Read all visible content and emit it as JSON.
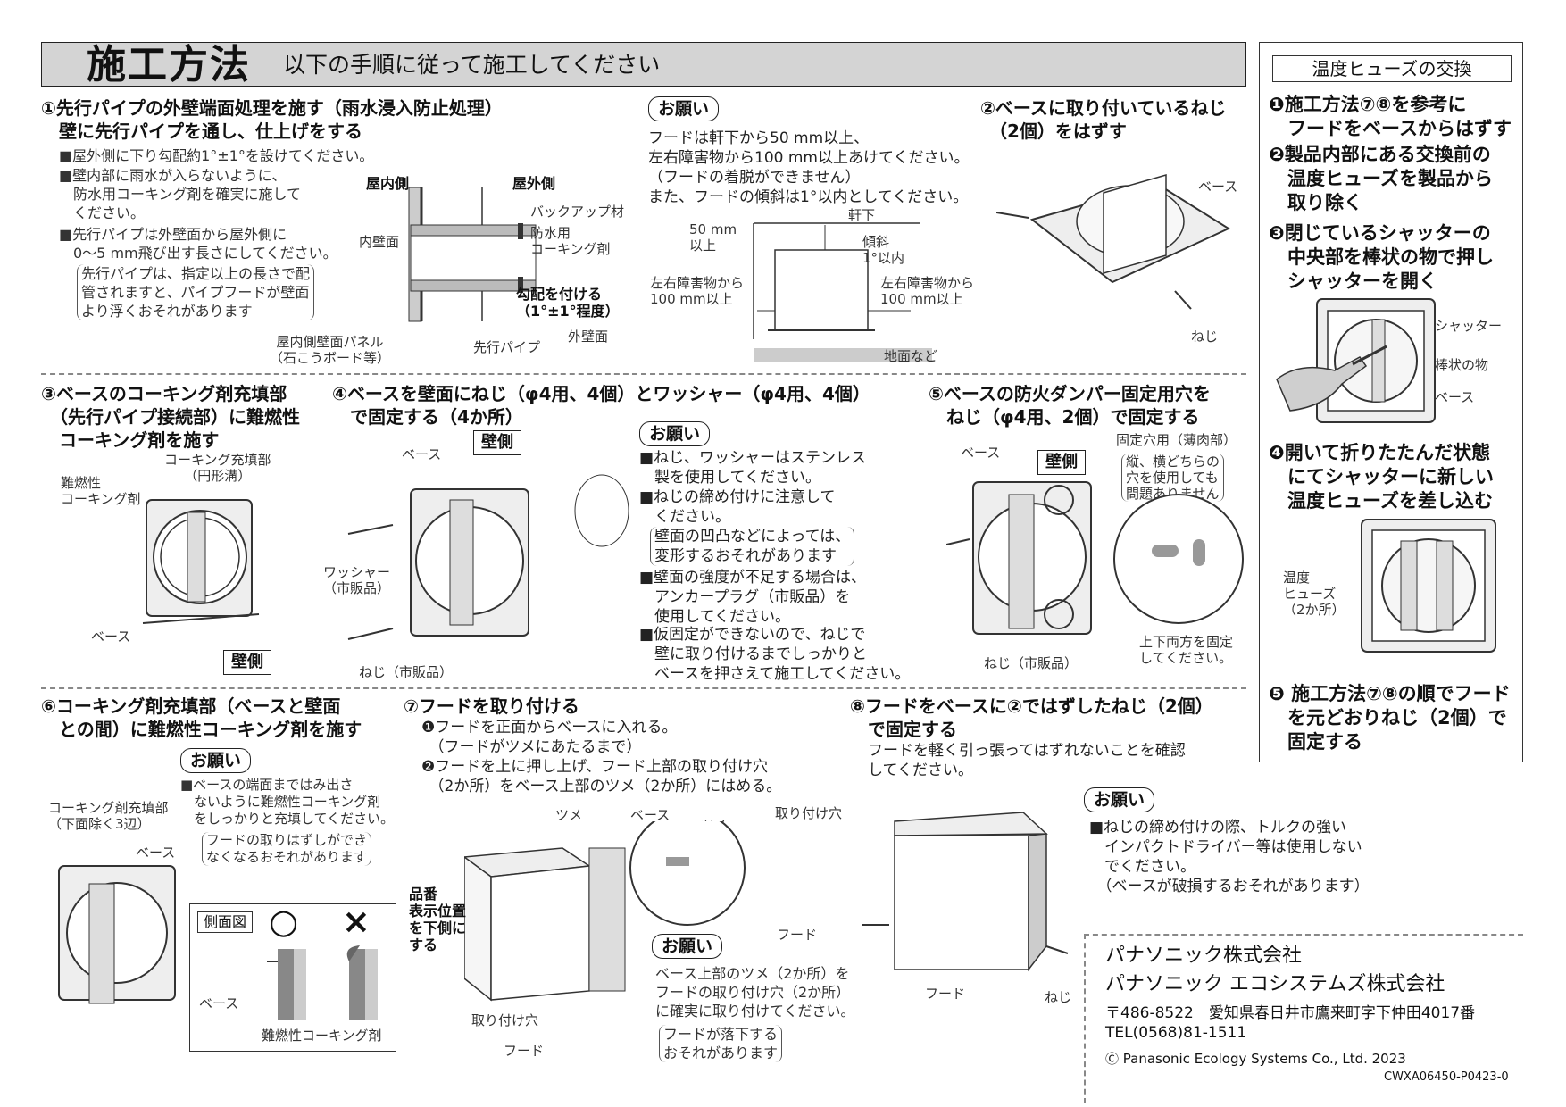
{
  "header": {
    "title": "施工方法",
    "subtitle": "以下の手順に従って施工してください"
  },
  "sidebar": {
    "title": "温度ヒューズの交換",
    "step1": "❶施工方法⑦⑧を参考に\n　フードをベースからはずす",
    "step2": "❷製品内部にある交換前の\n　温度ヒューズを製品から\n　取り除く",
    "step3": "❸閉じているシャッターの\n　中央部を棒状の物で押し\n　シャッターを開く",
    "shutter": "シャッター",
    "rod": "棒状の物",
    "base": "ベース",
    "step4": "❹開いて折りたたんだ状態\n　にてシャッターに新しい\n　温度ヒューズを差し込む",
    "fuse": "温度\nヒューズ\n（2か所）",
    "step5": "❺ 施工方法⑦⑧の順でフード\n　を元どおりねじ（2個）で\n　固定する"
  },
  "step1": {
    "title": "①先行パイプの外壁端面処理を施す（雨水浸入防止処理）\n　壁に先行パイプを通し、仕上げをする",
    "b1": "■屋外側に下り勾配約1°±1°を設けてください。",
    "b2": "■壁内部に雨水が入らないように、\n　防水用コーキング剤を確実に施して\n　ください。",
    "b3": "■先行パイプは外壁面から屋外側に\n　0～5 mm飛び出す長さにしてください。",
    "note": "先行パイプは、指定以上の長さで配\n管されますと、パイプフードが壁面\nより浮くおそれがあります",
    "indoor": "屋内側",
    "outdoor": "屋外側",
    "inner_wall": "内壁面",
    "backup": "バックアップ材",
    "caulk": "防水用\nコーキング剤",
    "slope": "勾配を付ける\n（1°±1°程度）",
    "outer_wall": "外壁面",
    "panel": "屋内側壁面パネル\n（石こうボード等）",
    "pipe": "先行パイプ"
  },
  "request1": {
    "label": "お願い",
    "text": "フードは軒下から50 mm以上、\n左右障害物から100 mm以上あけてください。\n（フードの着脱ができません）\nまた、フードの傾斜は1°以内としてください。",
    "eaves": "軒下",
    "mm50": "50 mm\n以上",
    "tilt": "傾斜\n1°以内",
    "left": "左右障害物から\n100 mm以上",
    "right": "左右障害物から\n100 mm以上",
    "ground": "地面など"
  },
  "step2": {
    "title": "②ベースに取り付いているねじ\n　（2個）をはずす",
    "base": "ベース",
    "screw": "ねじ"
  },
  "step3": {
    "title": "③ベースのコーキング剤充填部\n　（先行パイプ接続部）に難燃性\n　コーキング剤を施す",
    "fill": "コーキング充填部\n（円形溝）",
    "flame": "難燃性\nコーキング剤",
    "base": "ベース",
    "wall": "壁側"
  },
  "step4": {
    "title": "④ベースを壁面にねじ（φ4用、4個）とワッシャー（φ4用、4個）\n　で固定する（4か所）",
    "wall": "壁側",
    "base": "ベース",
    "washer": "ワッシャー\n（市販品）",
    "screw": "ねじ（市販品）",
    "req_label": "お願い",
    "r1": "■ねじ、ワッシャーはステンレス\n　製を使用してください。",
    "r2": "■ねじの締め付けに注意して\n　ください。",
    "r2note": "壁面の凹凸などによっては、\n変形するおそれがあります",
    "r3": "■壁面の強度が不足する場合は、\n　アンカープラグ（市販品）を\n　使用してください。",
    "r4": "■仮固定ができないので、ねじで\n　壁に取り付けるまでしっかりと\n　ベースを押さえて施工してください。"
  },
  "step5": {
    "title": "⑤ベースの防火ダンパー固定用穴を\n　ねじ（φ4用、2個）で固定する",
    "base": "ベース",
    "wall": "壁側",
    "hole": "固定穴用（薄肉部）",
    "holenote": "縦、横どちらの\n穴を使用しても\n問題ありません",
    "screw": "ねじ（市販品）",
    "both": "上下両方を固定\nしてください。"
  },
  "step6": {
    "title": "⑥コーキング剤充填部（ベースと壁面\n　との間）に難燃性コーキング剤を施す",
    "req_label": "お願い",
    "r1": "■ベースの端面まではみ出さ\n　ないように難燃性コーキング剤\n　をしっかりと充填してください。",
    "r1note": "フードの取りはずしができ\nなくなるおそれがあります",
    "fill": "コーキング剤充填部\n（下面除く3辺）",
    "base": "ベース",
    "side": "側面図",
    "ok": "○",
    "ng": "×",
    "base2": "ベース",
    "flame": "難燃性コーキング剤"
  },
  "step7": {
    "title": "⑦フードを取り付ける",
    "s1": "❶フードを正面からベースに入れる。\n　（フードがツメにあたるまで）",
    "s2": "❷フードを上に押し上げ、フード上部の取り付け穴\n　（2か所）をベース上部のツメ（2か所）にはめる。",
    "claw": "ツメ",
    "base": "ベース",
    "hole": "取り付け穴",
    "claw2": "ツメ",
    "hole2": "取り付け穴",
    "hood": "フード",
    "product": "品番\n表示位置\nを下側に\nする",
    "hood2": "フード",
    "req_label": "お願い",
    "req": "ベース上部のツメ（2か所）を\nフードの取り付け穴（2か所）\nに確実に取り付けてください。",
    "reqnote": "フードが落下する\nおそれがあります"
  },
  "step8": {
    "title": "⑧フードをベースに②ではずしたねじ（2個）\n　で固定する",
    "text": "フードを軽く引っ張ってはずれないことを確認\nしてください。",
    "req_label": "お願い",
    "req": "■ねじの締め付けの際、トルクの強い\n　インパクトドライバー等は使用しない\n　でください。\n　（ベースが破損するおそれがあります）",
    "hood": "フード",
    "screw": "ねじ"
  },
  "company": {
    "name1": "パナソニック株式会社",
    "name2": "パナソニック エコシステムズ株式会社",
    "address": "〒486-8522　愛知県春日井市鷹来町字下仲田4017番",
    "tel": "TEL(0568)81-1511",
    "copyright": "Ⓒ Panasonic Ecology Systems Co., Ltd. 2023",
    "code": "CWXA06450-P0423-0"
  }
}
